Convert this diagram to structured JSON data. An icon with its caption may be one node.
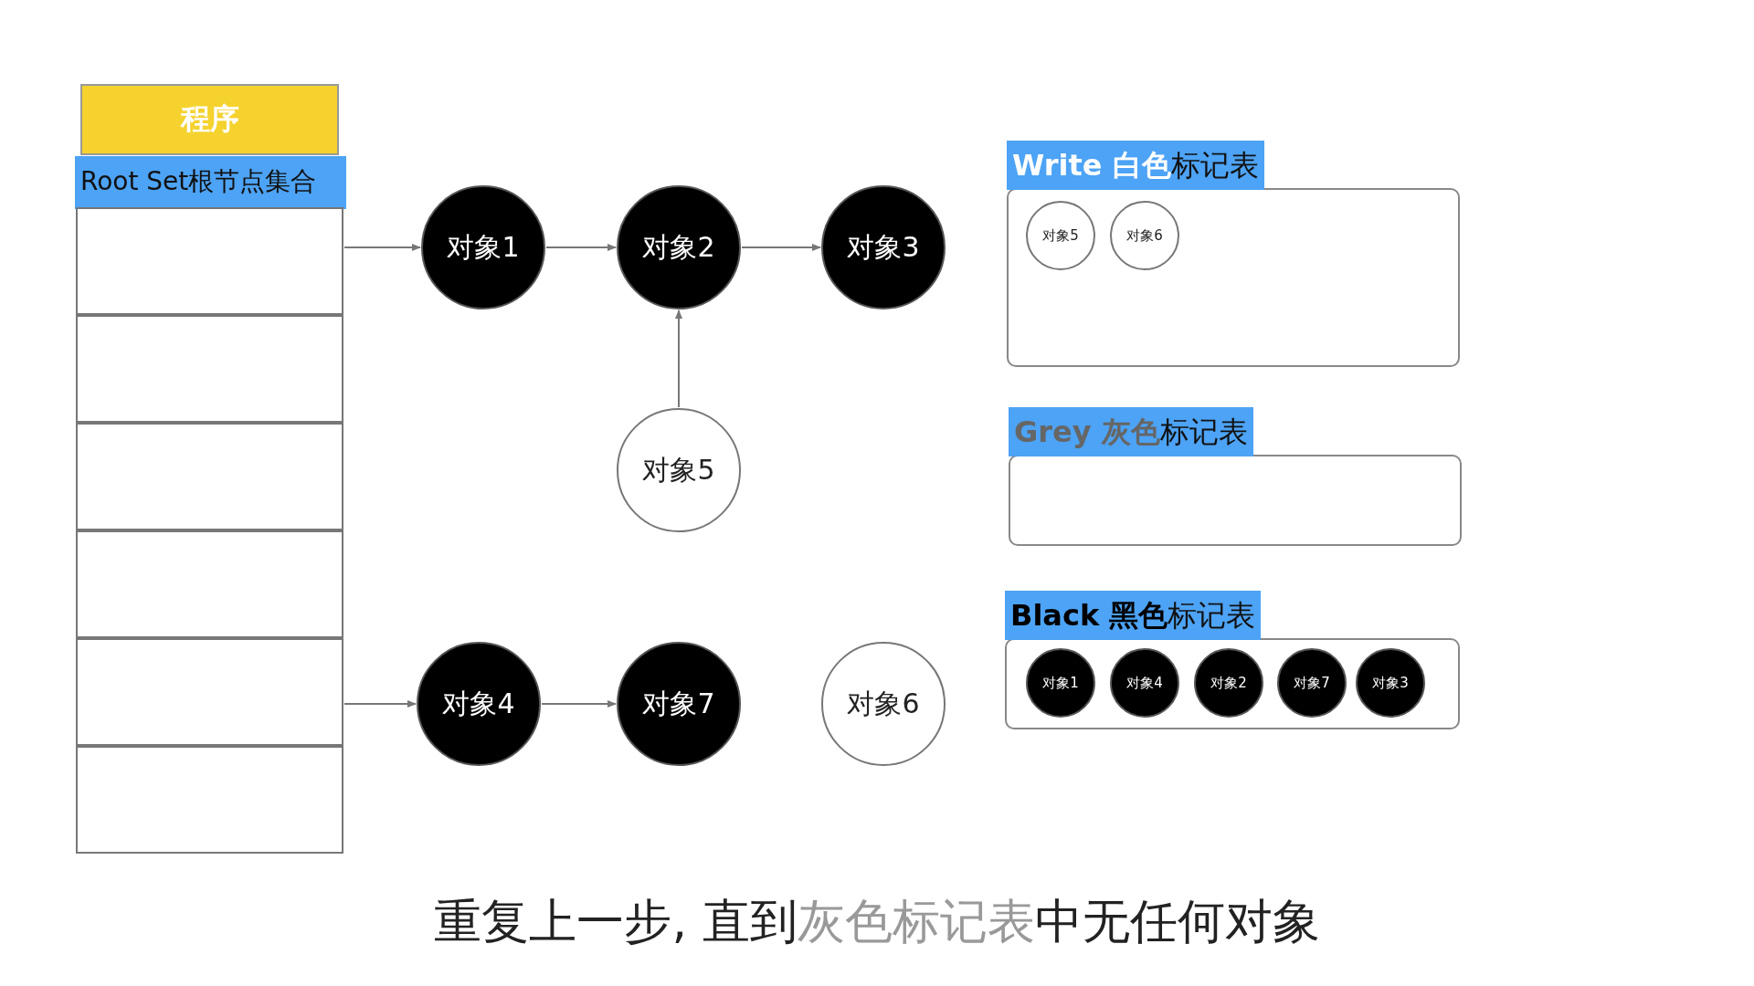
{
  "diagram": {
    "caption": "重复上一步, 直到**灰色标记表**中无任何对象",
    "nodes": [
      {
        "text": [
          "程序"
        ]
      },
      {
        "text": [
          "Root Set根节点集合"
        ]
      },
      {
        "text": [],
        "shape": "box",
        "in": 1
      },
      {
        "text": [],
        "shape": "box",
        "in": 1
      },
      {
        "text": [],
        "shape": "box",
        "in": 1
      },
      {
        "text": [],
        "shape": "box",
        "in": 1
      },
      {
        "text": [],
        "shape": "box",
        "in": 1
      },
      {
        "text": [],
        "shape": "box",
        "in": 1
      },
      {
        "text": [
          "对象1"
        ]
      },
      {
        "text": [
          "对象2"
        ]
      },
      {
        "text": [
          "对象3"
        ]
      },
      {
        "text": [
          "对象5"
        ]
      },
      {
        "text": [
          "对象4"
        ]
      },
      {
        "text": [
          "对象7"
        ]
      },
      {
        "text": [
          "对象6"
        ]
      },
      {
        "text": [
          "**Write 白色**标记表"
        ]
      },
      {
        "text": [
          "对象5"
        ],
        "in": 15
      },
      {
        "text": [
          "对象6"
        ],
        "in": 15
      },
      {
        "text": [
          "**Grey 灰色**标记表"
        ]
      },
      {
        "text": [
          "**Black 黑色**标记表"
        ]
      },
      {
        "text": [
          "对象1"
        ],
        "in": 19
      },
      {
        "text": [
          "对象4"
        ],
        "in": 19
      },
      {
        "text": [
          "对象2"
        ],
        "in": 19
      },
      {
        "text": [
          "对象7"
        ],
        "in": 19
      },
      {
        "text": [
          "对象3"
        ],
        "in": 19
      }
    ],
    "edges": [
      {
        "from": 2,
        "to": 8,
        "arrow": "to"
      },
      {
        "from": 8,
        "to": 9,
        "arrow": "to"
      },
      {
        "from": 9,
        "to": 10,
        "arrow": "to"
      },
      {
        "from": 11,
        "to": 9,
        "arrow": "to"
      },
      {
        "from": 6,
        "to": 12,
        "arrow": "to"
      },
      {
        "from": 12,
        "to": 13,
        "arrow": "to"
      }
    ]
  }
}
